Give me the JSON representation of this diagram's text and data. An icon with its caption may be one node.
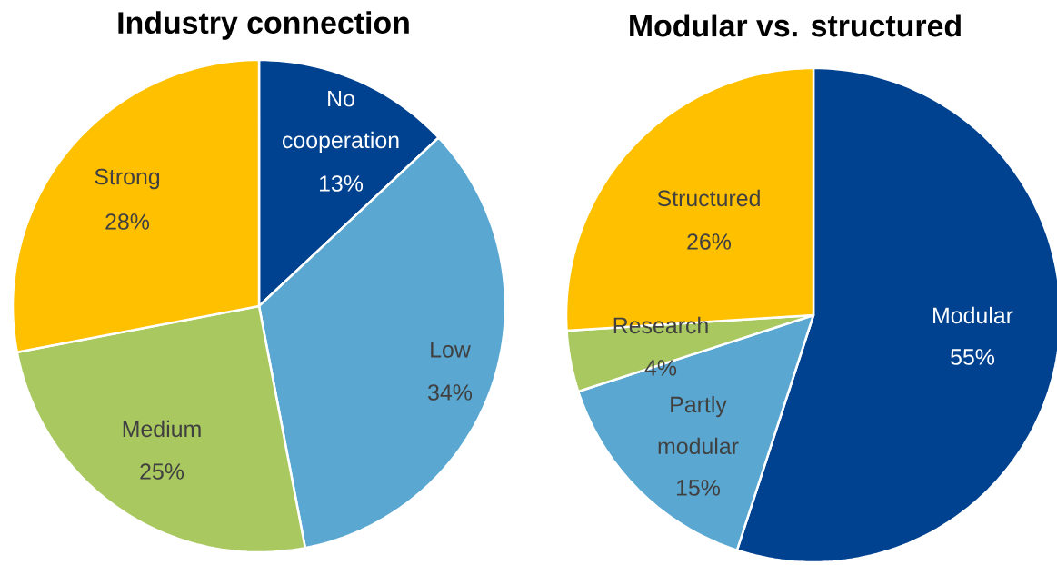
{
  "diagram": {
    "chart_data": [
      {
        "type": "pie",
        "title": "Industry connection",
        "categories": [
          "No cooperation",
          "Low",
          "Medium",
          "Strong"
        ],
        "values": [
          13,
          34,
          25,
          28
        ],
        "value_labels": [
          "13%",
          "34%",
          "25%",
          "28%"
        ],
        "data_labels": true
      },
      {
        "type": "pie",
        "title": "Modular vs. structured",
        "categories": [
          "Modular",
          "Partly modular",
          "Research",
          "Structured"
        ],
        "values": [
          55,
          15,
          4,
          26
        ],
        "value_labels": [
          "55%",
          "15%",
          "4%",
          "26%"
        ],
        "data_labels": true
      }
    ]
  }
}
